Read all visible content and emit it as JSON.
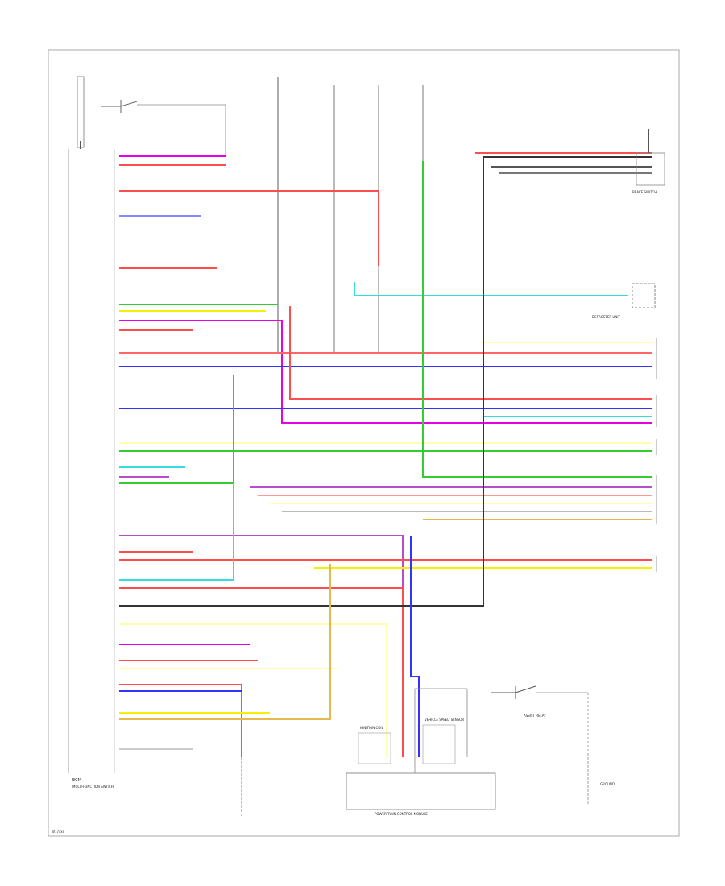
{
  "diagram": {
    "footer_code": "W17xxx"
  },
  "components": {
    "main_module": "ECM",
    "lower_left_module": "MULTI-FUNCTION SWITCH",
    "top_right_sensor": "BRAKE SWITCH",
    "right_unit": "DEFROSTER UNIT",
    "bottom_center_block": "POWERTRAIN CONTROL MODULE",
    "bottom_center_sub1": "IGNITION COIL",
    "bottom_center_sub2": "VEHICLE SPEED SENSOR",
    "bottom_right_part": "ASSIST RELAY",
    "bottom_right_ground": "GROUND"
  },
  "colors": {
    "red": "#ff4d4d",
    "magenta": "#e600e6",
    "blue": "#3333ff",
    "yellow": "#f2f200",
    "light_yellow": "#ffffb0",
    "green": "#33cc33",
    "cyan": "#33dddd",
    "orange": "#e6b84d",
    "purple": "#b84dcc",
    "gray": "#888888",
    "dark": "#333333",
    "pink": "#ff9999"
  }
}
